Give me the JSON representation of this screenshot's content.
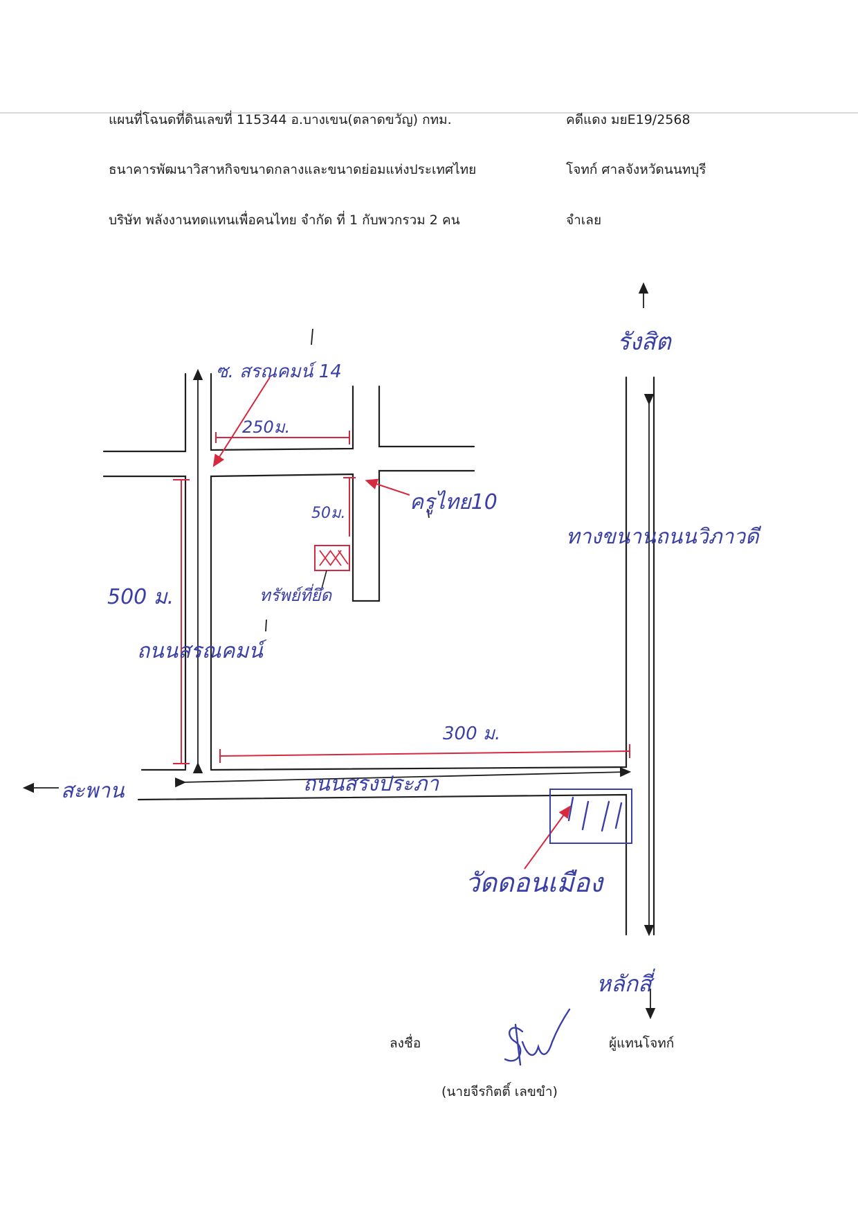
{
  "header": {
    "line1_left": "แผนที่โฉนดที่ดินเลขที่ 115344  อ.บางเขน(ตลาดขวัญ)  กทม.",
    "line1_right": "คดีแดง มยE19/2568",
    "line2_left": "ธนาคารพัฒนาวิสาหกิจขนาดกลางและขนาดย่อมแห่งประเทศไทย",
    "line2_right": "โจทก์ ศาลจังหวัดนนทบุรี",
    "line3_left": "บริษัท พลังงานทดแทนเพื่อคนไทย จำกัด ที่ 1 กับพวกรวม 2 คน",
    "line3_right": "จำเลย"
  },
  "map": {
    "label_north": "รังสิต",
    "label_soi14": "ซ. สรณคมน์ 14",
    "dist_250": "250ม.",
    "dist_50": "50ม.",
    "label_krutai": "ครูไทย10",
    "label_property": "ทรัพย์ที่ยึด",
    "dist_500": "500 ม.",
    "label_sarana_rd": "ถนนสรณคมน์",
    "label_highway": "ทางขนานถนนวิภาวดี",
    "dist_300": "300 ม.",
    "label_west": "สะพาน",
    "label_songprapa": "ถนนสรงประภา",
    "label_temple": "วัดดอนเมือง",
    "label_south": "หลักสี่"
  },
  "signature": {
    "sign_label": "ลงชื่อ",
    "role": "ผู้แทนโจทก์",
    "name": "(นายจีรกิตติ์  เลขขำ)"
  },
  "colors": {
    "ink_black": "#1e1e1e",
    "ink_red": "#d6283f",
    "ink_blue": "#3a3fa6"
  }
}
